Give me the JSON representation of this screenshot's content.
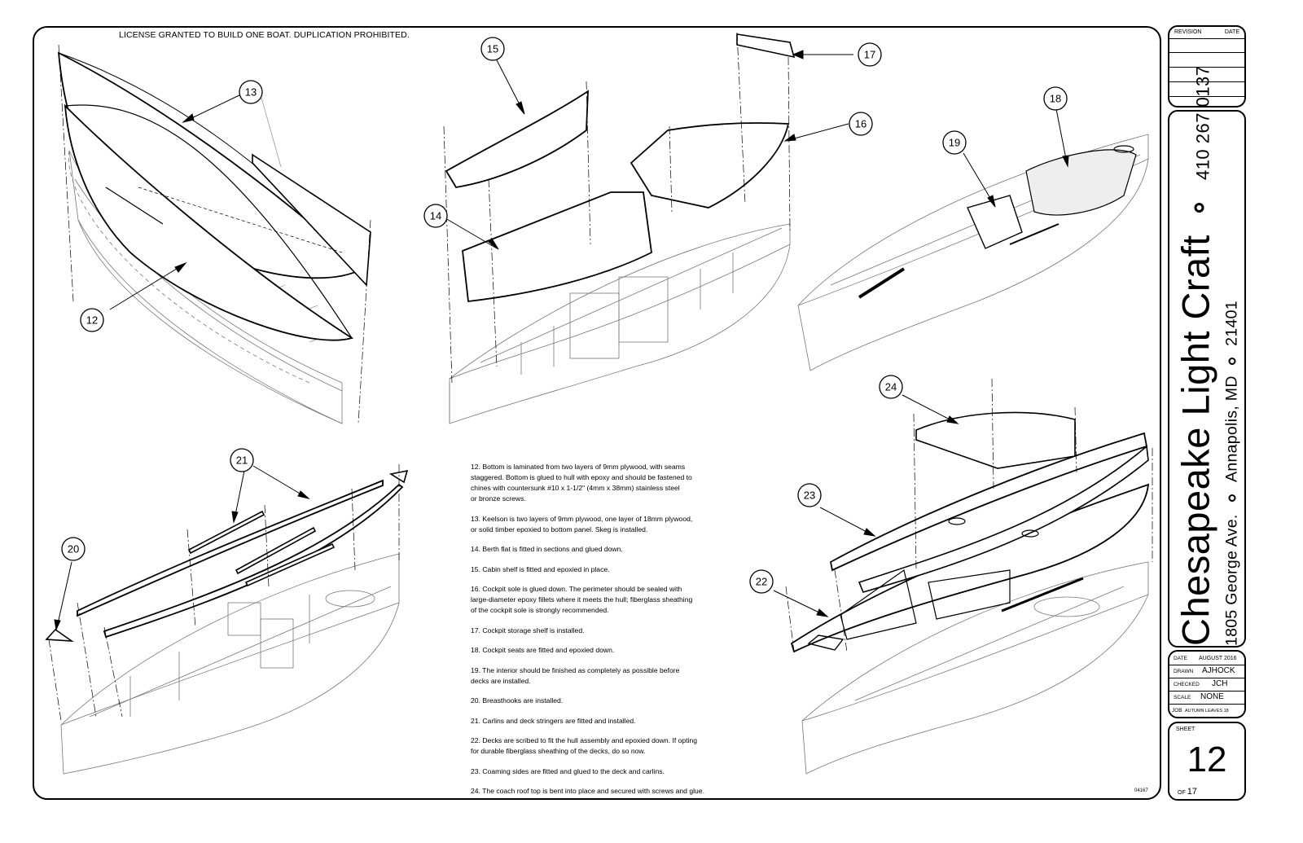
{
  "license_text": "LICENSE GRANTED TO BUILD ONE BOAT. DUPLICATION PROHIBITED.",
  "callouts": [
    "15",
    "17",
    "16",
    "13",
    "14",
    "12",
    "19",
    "18",
    "21",
    "20",
    "24",
    "23",
    "22"
  ],
  "notes": [
    "12. Bottom is laminated from two layers of 9mm plywood, with seams\nstaggered. Bottom is glued to hull with epoxy and should be fastened to\nchines with countersunk #10 x 1-1/2\" (4mm x 38mm) stainless steel\nor bronze screws.",
    "13.  Keelson is two layers of 9mm plywood, one layer of 18mm plywood,\nor solid timber epoxied to bottom panel. Skeg is installed.",
    "14. Berth flat is fitted in sections and glued down.",
    "15. Cabin shelf is fitted and epoxied in place.",
    "16. Cockpit sole is glued down.  The perimeter should be sealed with\nlarge-diameter epoxy fillets where it meets the hull; fiberglass sheathing\nof the cockpit sole is strongly recommended.",
    "17. Cockpit storage shelf is installed.",
    "18. Cockpit seats are fitted and epoxied down.",
    "19. The interior should be finished as completely as possible before\ndecks are installed.",
    "20. Breasthooks are installed.",
    "21. Carlins and deck stringers are fitted and installed.",
    "22. Decks are scribed to fit the hull assembly and epoxied down. If opting\nfor durable fiberglass sheathing of the decks, do so now.",
    "23. Coaming sides are fitted and glued to the deck and carlins.",
    "24. The coach roof top is bent into place and secured with screws and glue."
  ],
  "drawing_number": "04167",
  "title_block": {
    "revision_label": "REVISION",
    "revision_date_label": "DATE",
    "company_line1_a": "Chesapeake ",
    "company_line1_b": "Light ",
    "company_line1_c": "Craft",
    "phone": "410 267 0137",
    "address_street": "1805 George Ave.",
    "address_city": "Annapolis, MD",
    "address_zip": "21401",
    "date_label": "DATE",
    "date_value": "AUGUST 2016",
    "drawn_label": "DRAWN",
    "drawn_value": "AJHOCK",
    "checked_label": "CHECKED",
    "checked_value": "JCH",
    "scale_label": "SCALE",
    "scale_value": "NONE",
    "job_label": "JOB",
    "job_value": "AUTUMN LEAVES 18",
    "sheet_label": "SHEET",
    "sheet_number": "12",
    "of_label": "OF",
    "sheet_total": "17"
  },
  "colors": {
    "ink": "#000000",
    "paper": "#ffffff",
    "hull_line": "#6b6b6b"
  }
}
